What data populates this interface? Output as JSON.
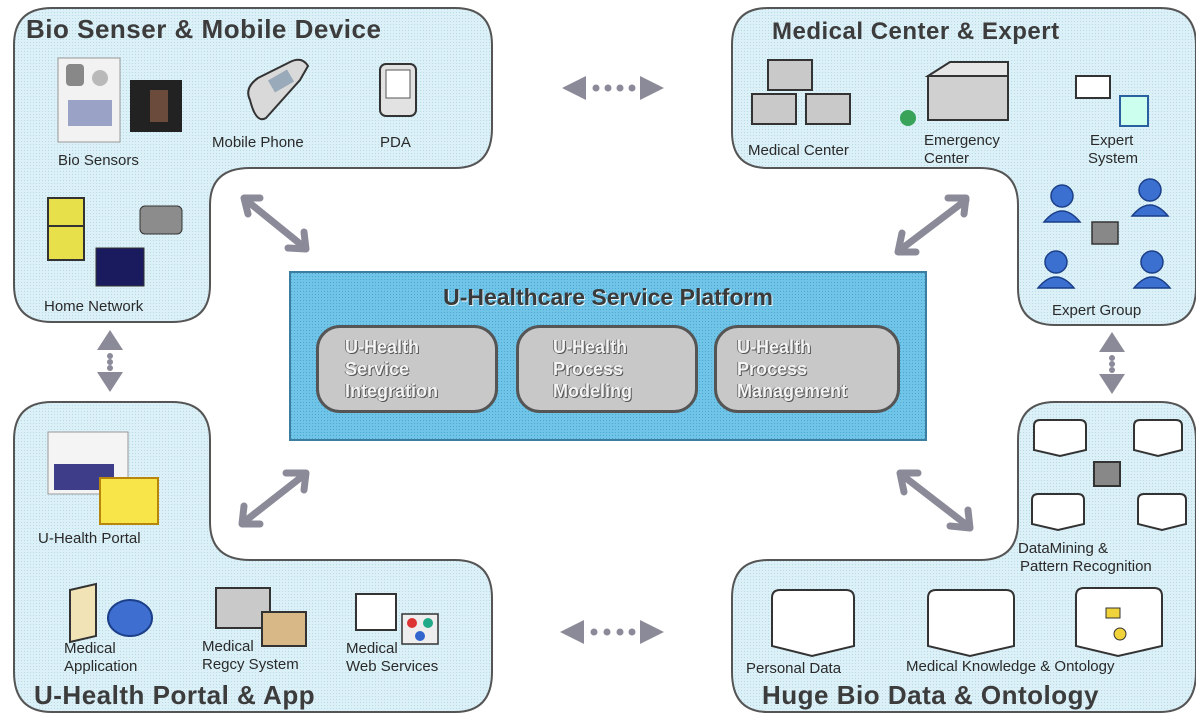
{
  "quadrants": {
    "bio": {
      "title": "Bio Senser & Mobile Device",
      "bio_sensors": "Bio Sensors",
      "mobile_phone": "Mobile Phone",
      "pda": "PDA",
      "home_network": "Home Network"
    },
    "medical": {
      "title": "Medical Center & Expert",
      "medical_center": "Medical Center",
      "emergency_line1": "Emergency",
      "emergency_line2": "Center",
      "expert_line1": "Expert",
      "expert_line2": "System",
      "expert_group": "Expert Group"
    },
    "portal": {
      "title": "U-Health Portal & App",
      "portal": "U-Health Portal",
      "app_line1": "Medical",
      "app_line2": "Application",
      "legacy_line1": "Medical",
      "legacy_line2": "Regcy System",
      "web_line1": "Medical",
      "web_line2": "Web Services"
    },
    "data": {
      "title": "Huge Bio Data & Ontology",
      "mining_line1": "DataMining &",
      "mining_line2": "Pattern Recognition",
      "personal": "Personal Data",
      "knowledge": "Medical Knowledge & Ontology"
    }
  },
  "platform": {
    "title": "U-Healthcare Service Platform",
    "modules": [
      {
        "line1": "U-Health",
        "line2": "Service",
        "line3": "Integration"
      },
      {
        "line1": "U-Health",
        "line2": "Process",
        "line3": "Modeling"
      },
      {
        "line1": "U-Health",
        "line2": "Process",
        "line3": "Management"
      }
    ]
  },
  "colors": {
    "quadrant_fill": "#d6eef6",
    "platform_fill": "#6cc3e6",
    "outline": "#555555",
    "arrow": "#8a8a99"
  }
}
